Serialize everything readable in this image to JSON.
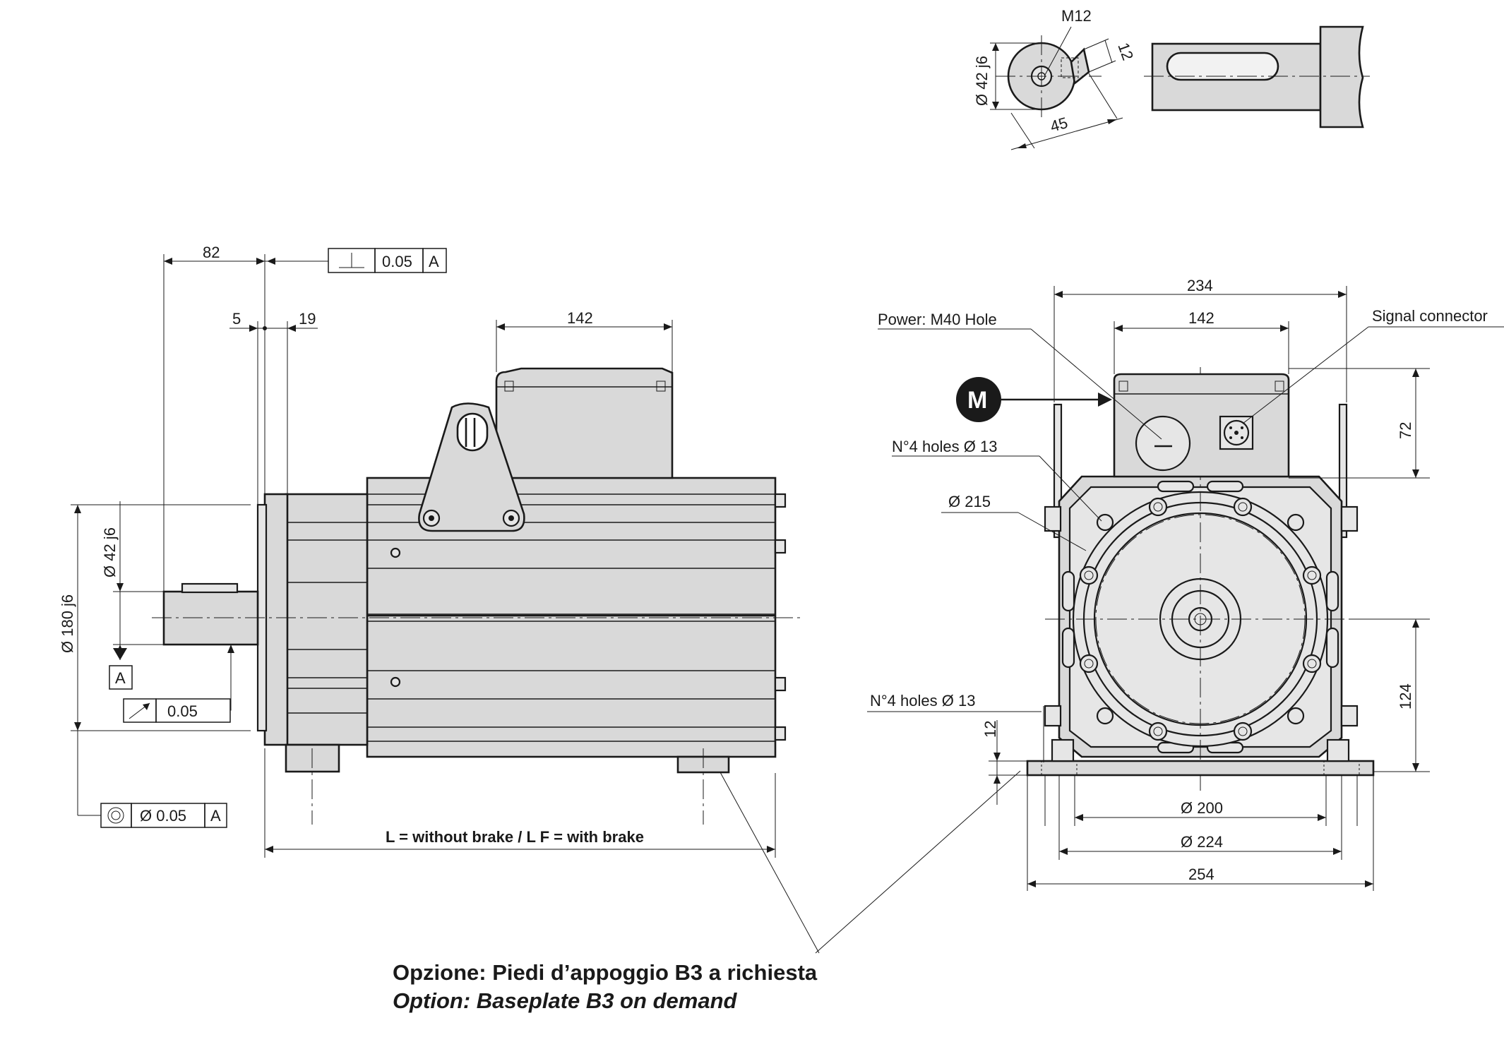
{
  "colors": {
    "line": "#1a1a1a",
    "metal": "#d9d9d9",
    "metal_light": "#e6e6e6",
    "background": "#ffffff"
  },
  "shaft_detail": {
    "thread": "M12",
    "diameter": "Ø 42 j6",
    "key_width": "12",
    "key_height": "45"
  },
  "side_view": {
    "dim_82": "82",
    "dim_5": "5",
    "dim_19": "19",
    "dim_142": "142",
    "perpendicularity": {
      "symbol": "⊥",
      "value": "0.05",
      "datum": "A"
    },
    "shaft_dia": "Ø 42 j6",
    "flange_dia": "Ø 180 j6",
    "datum_label": "A",
    "runout": {
      "value": "0.05"
    },
    "concentricity": {
      "value": "Ø 0.05",
      "datum": "A"
    },
    "length_label": "L = without brake / L F = with brake"
  },
  "front_view": {
    "dim_234": "234",
    "dim_142": "142",
    "dim_72": "72",
    "dim_124": "124",
    "dim_12": "12",
    "dim_200": "Ø 200",
    "dim_224": "Ø 224",
    "dim_254": "254",
    "power_label": "Power: M40 Hole",
    "signal_label": "Signal connector",
    "holes_top": "N°4 holes Ø 13",
    "pcd_label": "Ø 215",
    "holes_bottom": "N°4 holes Ø 13",
    "motor_badge": "M"
  },
  "caption": {
    "italian": "Opzione: Piedi d’appoggio B3 a richiesta",
    "english": "Option: Baseplate B3 on demand"
  }
}
